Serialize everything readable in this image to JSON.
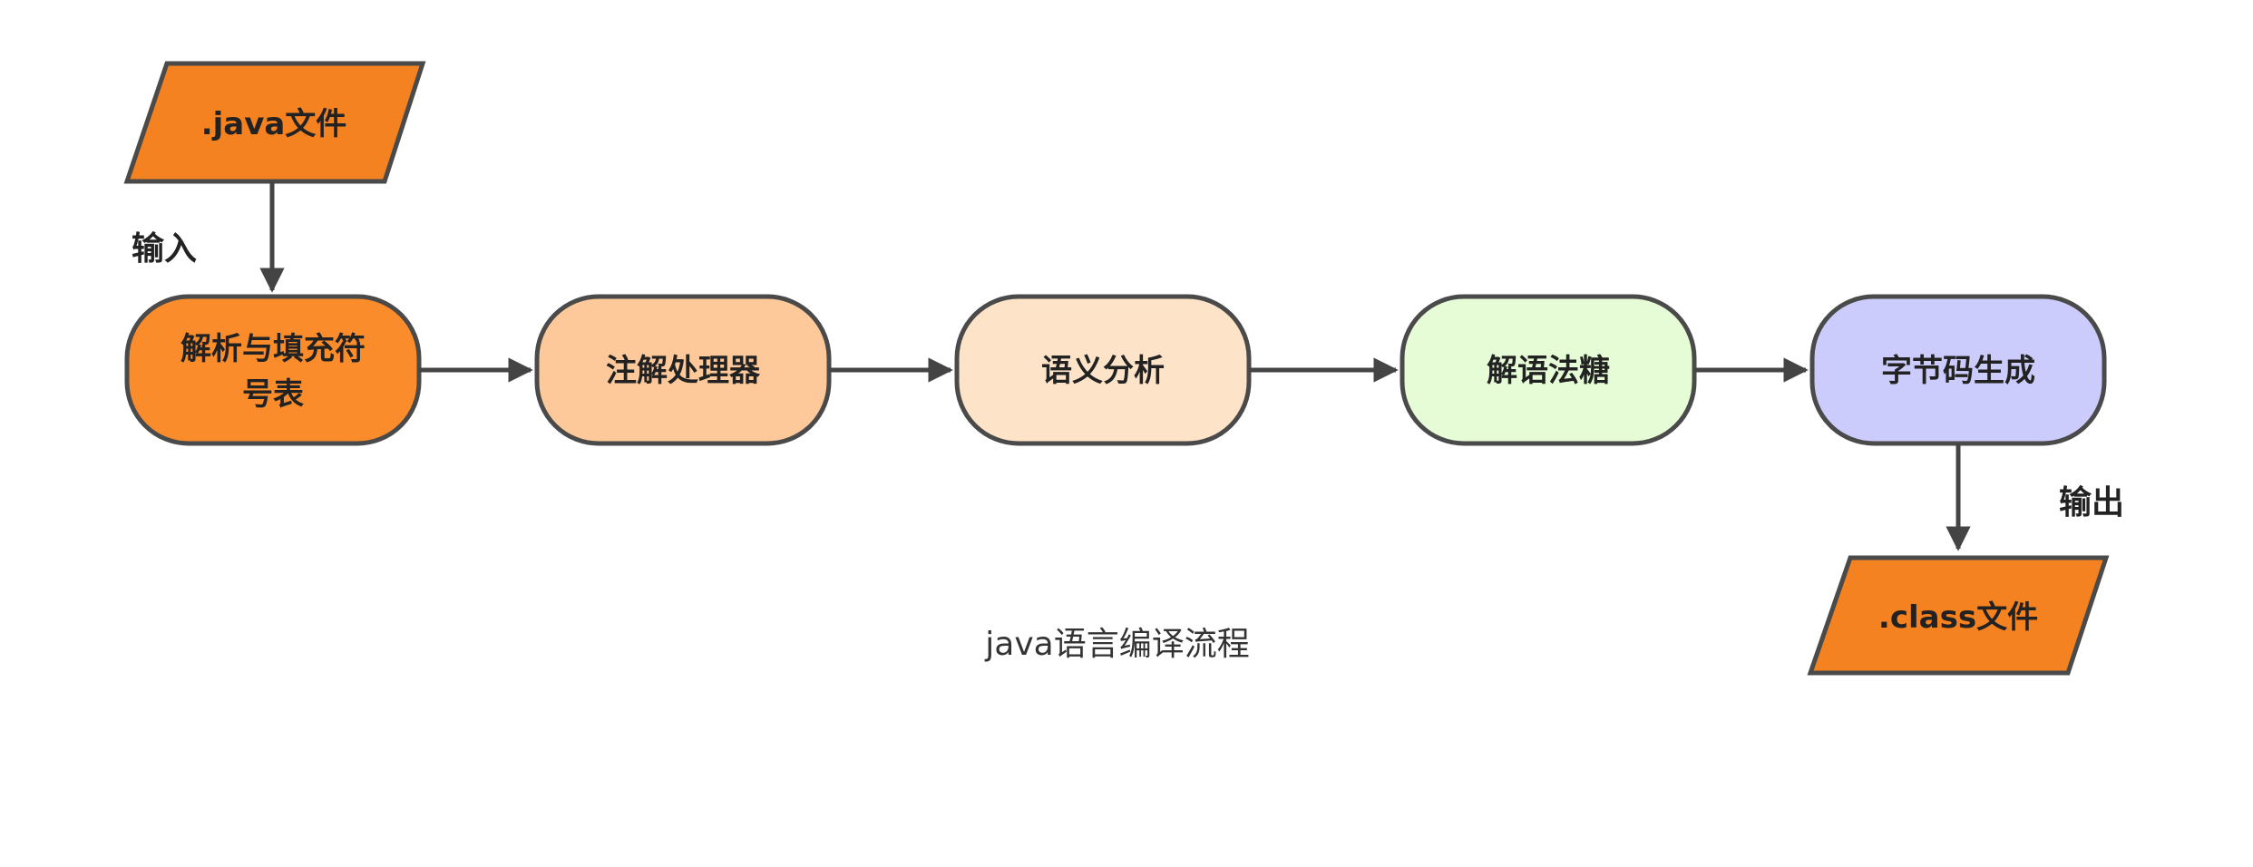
{
  "caption": "java语言编译流程",
  "colors": {
    "io_fill": "#f58220",
    "step1_fill": "#fb8c2c",
    "step2_fill": "#fdc99a",
    "step3_fill": "#fde3c8",
    "step4_fill": "#e5fcd6",
    "step5_fill": "#cbcbfc",
    "stroke": "#4a4a4a"
  },
  "nodes": {
    "java_file": {
      "label": ".java文件",
      "shape": "parallelogram"
    },
    "parse": {
      "label_line1": "解析与填充符",
      "label_line2": "号表",
      "shape": "rounded-rect"
    },
    "annotation": {
      "label": "注解处理器",
      "shape": "rounded-rect"
    },
    "semantic": {
      "label": "语义分析",
      "shape": "rounded-rect"
    },
    "desugar": {
      "label": "解语法糖",
      "shape": "rounded-rect"
    },
    "bytecode": {
      "label": "字节码生成",
      "shape": "rounded-rect"
    },
    "class_file": {
      "label": ".class文件",
      "shape": "parallelogram"
    }
  },
  "edges": {
    "input_label": "输入",
    "output_label": "输出"
  }
}
